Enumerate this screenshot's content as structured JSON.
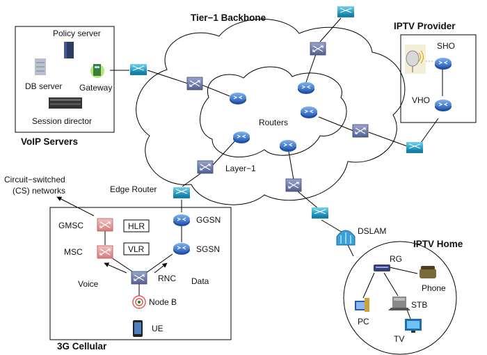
{
  "labels": {
    "backbone": "Tier−1 Backbone",
    "iptv_provider": "IPTV Provider",
    "voip_servers": "VoIP Servers",
    "cellular": "3G Cellular",
    "iptv_home": "IPTV Home",
    "policy_server": "Policy server",
    "db_server": "DB server",
    "gateway": "Gateway",
    "session_director": "Session director",
    "sho": "SHO",
    "vho": "VHO",
    "routers": "Routers",
    "layer1": "Layer−1",
    "edge_router": "Edge Router",
    "cs_networks_1": "Circuit−switched",
    "cs_networks_2": "(CS) networks",
    "gmsc": "GMSC",
    "msc": "MSC",
    "hlr": "HLR",
    "vlr": "VLR",
    "ggsn": "GGSN",
    "sgsn": "SGSN",
    "rnc": "RNC",
    "voice": "Voice",
    "data": "Data",
    "node_b": "Node B",
    "ue": "UE",
    "dslam": "DSLAM",
    "rg": "RG",
    "phone": "Phone",
    "pc": "PC",
    "stb": "STB",
    "tv": "TV"
  },
  "colors": {
    "router": "#3f7fd6",
    "switch_teal": "#20a8cf",
    "layer1_switch": "#6c7cae",
    "cs_switch": "#e89a9a",
    "line": "#000000"
  }
}
